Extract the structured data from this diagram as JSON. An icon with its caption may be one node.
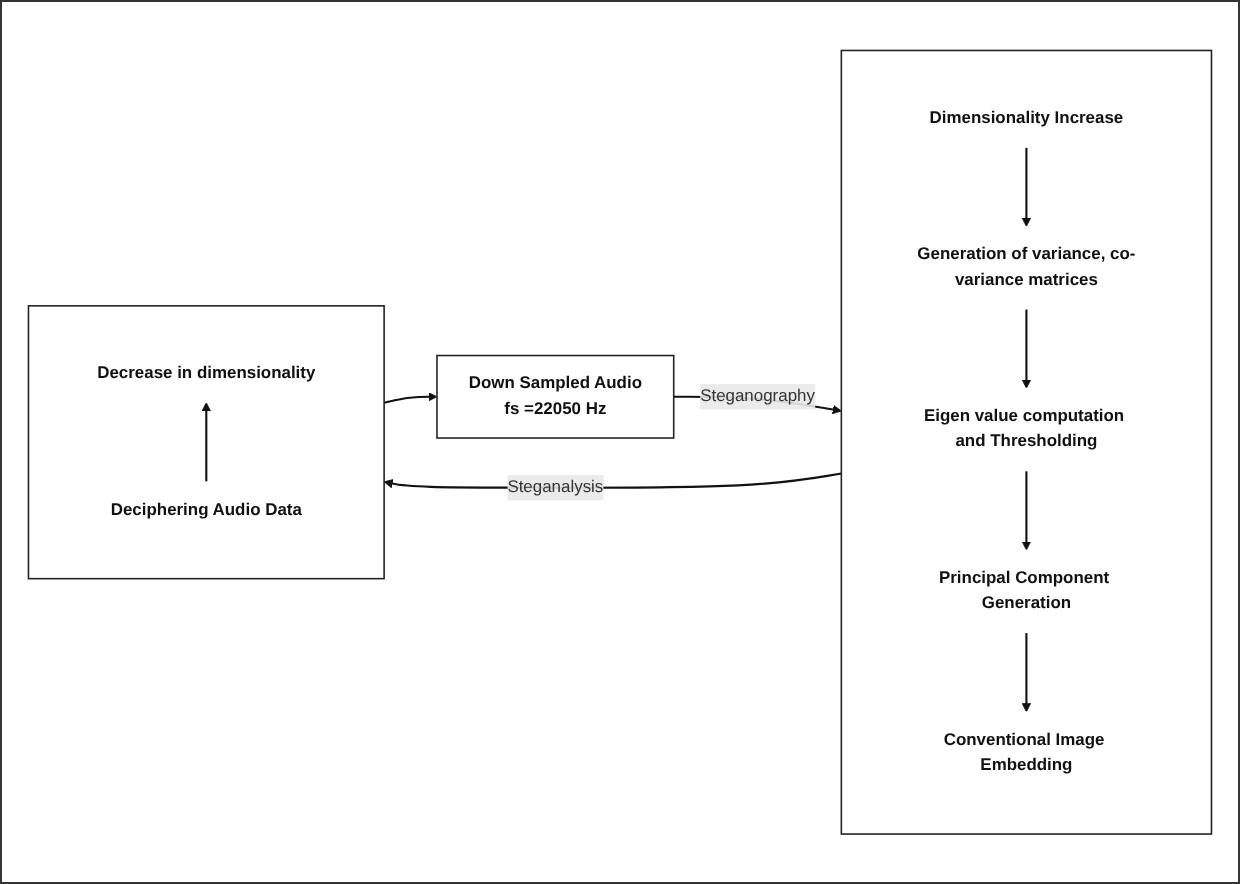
{
  "diagram": {
    "nodes": [
      {
        "text": [
          "Down Sampled Audio",
          "fs =22050 Hz"
        ]
      },
      {
        "text": [],
        "shape": "box"
      },
      {
        "text": [
          "Dimensionality Increase"
        ],
        "in": 1
      },
      {
        "text": [
          "Generation of variance, co-variance matrices"
        ],
        "in": 1
      },
      {
        "text": [
          "Eigen value computation and Thresholding"
        ],
        "in": 1
      },
      {
        "text": [
          "Principal Component Generation"
        ],
        "in": 1
      },
      {
        "text": [
          "Conventional Image Embedding"
        ],
        "in": 1
      },
      {
        "text": [],
        "shape": "box"
      },
      {
        "text": [
          "Decrease in dimensionality"
        ],
        "in": 7
      },
      {
        "text": [
          "Deciphering Audio Data"
        ],
        "in": 7
      }
    ],
    "edges": [
      {
        "from": 0,
        "to": 1,
        "arrow": "to",
        "label": "Steganography"
      },
      {
        "from": 2,
        "to": 3,
        "arrow": "to"
      },
      {
        "from": 3,
        "to": 4,
        "arrow": "to"
      },
      {
        "from": 4,
        "to": 5,
        "arrow": "to"
      },
      {
        "from": 5,
        "to": 6,
        "arrow": "to"
      },
      {
        "from": 1,
        "to": 7,
        "arrow": "to",
        "label": "Steganalysis"
      },
      {
        "from": 9,
        "to": 8,
        "arrow": "to"
      },
      {
        "from": 7,
        "to": 0,
        "arrow": "to"
      }
    ]
  }
}
